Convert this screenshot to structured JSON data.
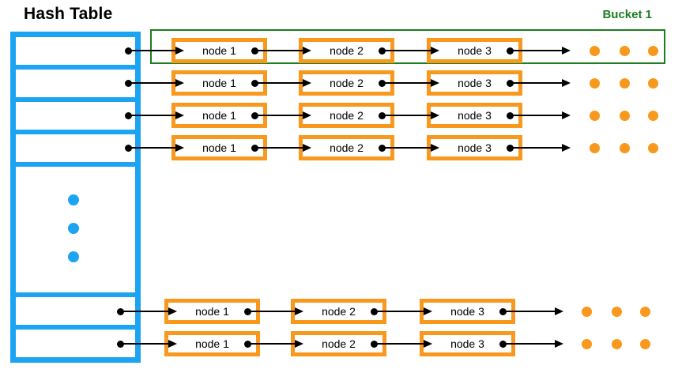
{
  "title": "Hash Table",
  "bucket_label": "Bucket 1",
  "colors": {
    "array_blue": "#1CA3F2",
    "node_orange": "#F8981D",
    "bucket_green": "#1E7D1F",
    "arrow_black": "#000000"
  },
  "hash_table": {
    "visible_slots": 6,
    "ellipsis_dots": 3
  },
  "chains": [
    {
      "nodes": [
        "node 1",
        "node 2",
        "node 3"
      ],
      "trailing_dots": 3,
      "in_bucket_outline": true
    },
    {
      "nodes": [
        "node 1",
        "node 2",
        "node 3"
      ],
      "trailing_dots": 3
    },
    {
      "nodes": [
        "node 1",
        "node 2",
        "node 3"
      ],
      "trailing_dots": 3
    },
    {
      "nodes": [
        "node 1",
        "node 2",
        "node 3"
      ],
      "trailing_dots": 3
    },
    {
      "nodes": [
        "node 1",
        "node 2",
        "node 3"
      ],
      "trailing_dots": 3
    },
    {
      "nodes": [
        "node 1",
        "node 2",
        "node 3"
      ],
      "trailing_dots": 3
    }
  ]
}
